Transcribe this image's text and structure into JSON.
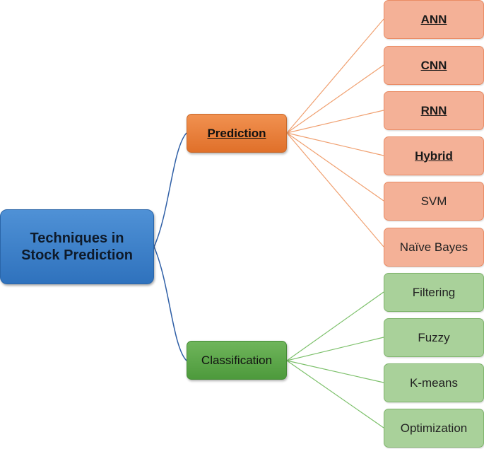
{
  "root": {
    "label": "Techniques in\nStock Prediction"
  },
  "branches": {
    "prediction": {
      "label": "Prediction"
    },
    "classification": {
      "label": "Classification"
    }
  },
  "prediction_children": [
    {
      "label": "ANN"
    },
    {
      "label": "CNN"
    },
    {
      "label": "RNN"
    },
    {
      "label": "Hybrid"
    },
    {
      "label": "SVM"
    },
    {
      "label": "Naïve Bayes"
    }
  ],
  "classification_children": [
    {
      "label": "Filtering"
    },
    {
      "label": "Fuzzy"
    },
    {
      "label": "K-means"
    },
    {
      "label": "Optimization"
    }
  ],
  "colors": {
    "root": "#3a7fc8",
    "prediction": "#e8783a",
    "prediction_leaf": "#f4b197",
    "classification": "#5aa548",
    "classification_leaf": "#a9d19a",
    "root_connector": "#2f5fa6",
    "prediction_connector": "#f0a070",
    "classification_connector": "#7cc06a"
  }
}
